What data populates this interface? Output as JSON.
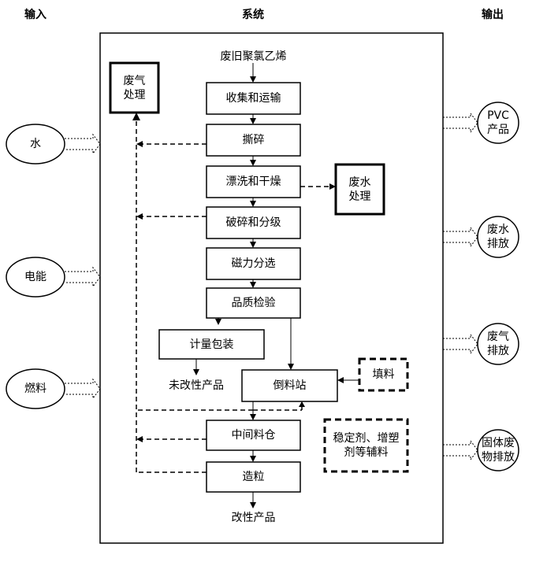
{
  "headers": {
    "input": "输入",
    "system": "系统",
    "output": "输出"
  },
  "inputs": {
    "water": "水",
    "electric": "电能",
    "fuel": "燃料"
  },
  "outputs": {
    "pvc": "PVC\n产品",
    "wastewater": "废水\n排放",
    "wastegas": "废气\n排放",
    "solid": "固体废\n物排放"
  },
  "process": {
    "source": "废旧聚氯乙烯",
    "collect": "收集和运输",
    "tear": "撕碎",
    "wash": "漂洗和干燥",
    "crush": "破碎和分级",
    "magnetic": "磁力分选",
    "quality": "品质检验",
    "package": "计量包装",
    "unmodified": "未改性产品",
    "transfer": "倒料站",
    "filler": "填料",
    "silo": "中间料仓",
    "additives": "稳定剂、增塑\n剂等辅料",
    "granulate": "造粒",
    "modified": "改性产品"
  },
  "treatment": {
    "gas": "废气\n处理",
    "water": "废水\n处理"
  }
}
